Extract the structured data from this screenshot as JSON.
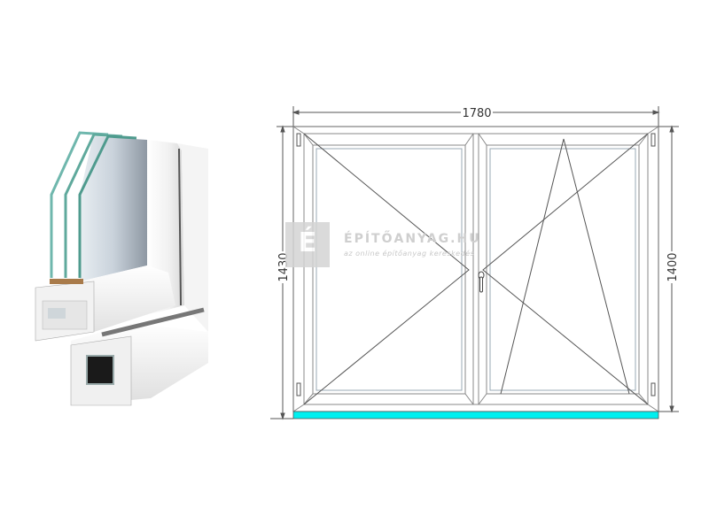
{
  "product_image": {
    "description": "PVC window profile cross-section with triple glazing"
  },
  "drawing": {
    "width_label": "1780",
    "left_height_label": "1430",
    "right_height_label": "1400",
    "sashes": [
      {
        "name": "left-sash",
        "opening": "turn (hinged left)"
      },
      {
        "name": "right-sash",
        "opening": "tilt-turn (hinged right)"
      }
    ],
    "sill_color": "#00f0f0",
    "line_color": "#666666"
  },
  "watermark": {
    "logo_letter": "É",
    "title": "ÉPÍTŐANYAG.HU",
    "subtitle": "az online építőanyag kereskedés"
  }
}
